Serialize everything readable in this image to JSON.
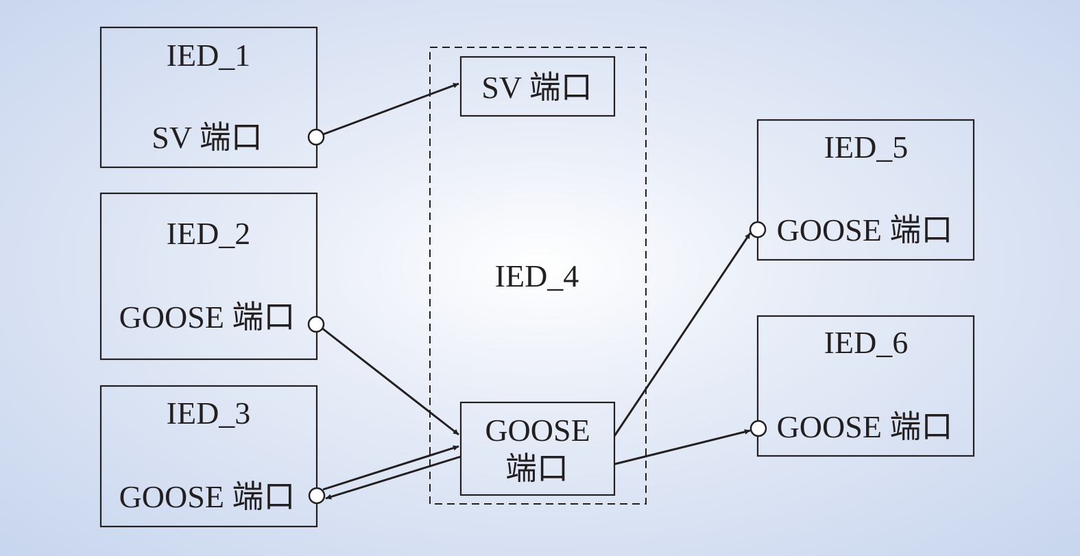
{
  "nodes": {
    "ied1": {
      "name": "IED_1",
      "port": "SV 端口"
    },
    "ied2": {
      "name": "IED_2",
      "port": "GOOSE 端口"
    },
    "ied3": {
      "name": "IED_3",
      "port": "GOOSE 端口"
    },
    "ied4": {
      "name": "IED_4",
      "sv_port": "SV 端口",
      "goose_port_line1": "GOOSE",
      "goose_port_line2": "端口"
    },
    "ied5": {
      "name": "IED_5",
      "port": "GOOSE 端口"
    },
    "ied6": {
      "name": "IED_6",
      "port": "GOOSE 端口"
    }
  },
  "colors": {
    "line": "#231f20",
    "port_fill": "#ffffff"
  }
}
